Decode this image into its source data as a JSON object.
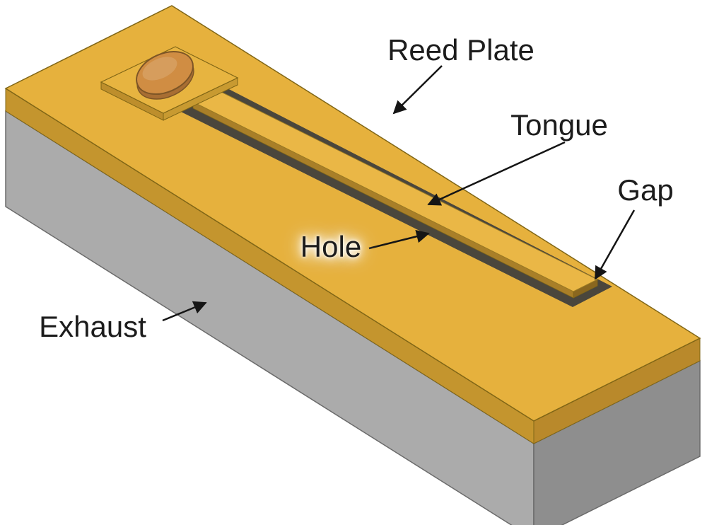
{
  "figure": {
    "description": "3D cutaway diagram of a reed plate assembly with callout labels",
    "background": "#ffffff",
    "labels": {
      "reed_plate": "Reed Plate",
      "tongue": "Tongue",
      "gap": "Gap",
      "hole": "Hole",
      "exhaust": "Exhaust"
    },
    "colors": {
      "plate_top": "#E6B13D",
      "plate_side_front": "#C4952E",
      "plate_side_right": "#B9892B",
      "base_front": "#ABABAB",
      "base_right": "#8E8E8E",
      "slot_dark": "#4A463C",
      "tongue_top": "#EAB746",
      "tongue_side": "#A97F28",
      "pad_top": "#E7B440",
      "rivet_top": "#D08D43",
      "rivet_side": "#A86E33",
      "outline_gold": "#806616",
      "outline_gray": "#6B6B6B",
      "arrow": "#151515",
      "label_text": "#1C1C1C"
    }
  }
}
